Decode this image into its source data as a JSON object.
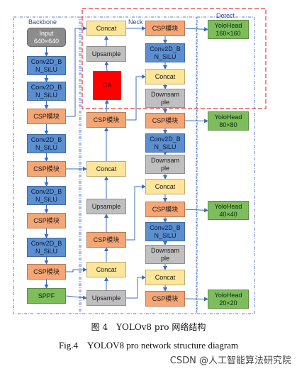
{
  "sections": {
    "backbone": "Backbone",
    "neck": "Neck",
    "detect": "Detect"
  },
  "colors": {
    "input": "#8c8c8c",
    "conv": "#5b8fd0",
    "csp": "#f4a674",
    "concat": "#fde59a",
    "sample": "#bfbfbf",
    "head": "#7dbd5c",
    "ca": "#ff0000",
    "dash_blue": "#5b7fc9",
    "dash_red": "#e23c3c",
    "arrow": "#3b6dbf"
  },
  "nodes": {
    "b_input": "Input\n640×640",
    "b_conv1": "Conv2D_B\nN_SiLU",
    "b_conv2": "Conv2D_B\nN_SiLU",
    "b_csp1": "CSP模块",
    "b_conv3": "Conv2D_B\nN_SiLU",
    "b_csp2": "CSP模块",
    "b_conv4": "Conv2D_B\nN_SiLU",
    "b_csp3": "CSP模块",
    "b_conv5": "Conv2D_B\nN_SiLU",
    "b_csp4": "CSP模块",
    "b_sppf": "SPPF",
    "n_concat1": "Concat",
    "n_upsample1": "Upsample",
    "n_ca": "CA",
    "n_csp1": "CSP模块",
    "n_concat2": "Concat",
    "n_upsample2": "Upsample",
    "n_csp2": "CSP模块",
    "n_concat3": "Concat",
    "n_upsample3": "Upsample",
    "r_csp1": "CSP模块",
    "r_conv1": "Conv2D_B\nN_SiLU",
    "r_concat1": "Concat",
    "r_down1": "Downsam\nple",
    "r_csp2": "CSP模块",
    "r_conv2": "Conv2D_B\nN_SiLU",
    "r_down2": "Downsam\nple",
    "r_concat2": "Concat",
    "r_csp3": "CSP模块",
    "r_conv3": "Conv2D_B\nN_SiLU",
    "r_down3": "Downsam\nple",
    "r_concat3": "Concat",
    "r_csp4": "CSP模块",
    "d_head1": "YoloHead\n160×160",
    "d_head2": "YoloHead\n80×80",
    "d_head3": "YoloHead\n40×40",
    "d_head4": "YoloHead\n20×20"
  },
  "caption_cn": "图 4　YOLOv8 pro 网络结构",
  "caption_en": "Fig.4　YOLOV8 pro network structure diagram",
  "watermark": "CSDN @人工智能算法研究院"
}
